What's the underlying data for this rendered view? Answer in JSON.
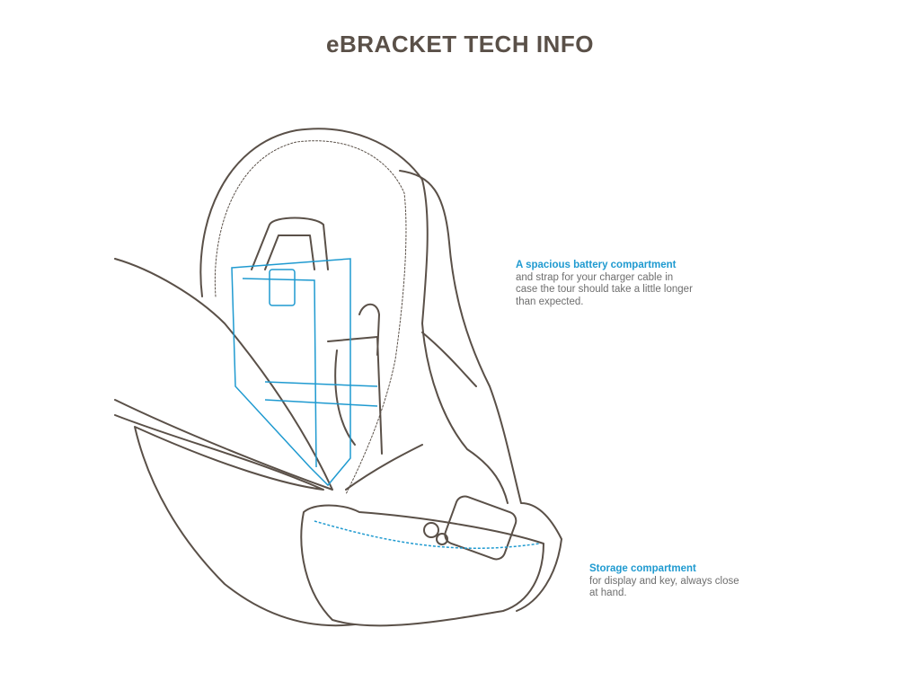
{
  "title": "eBRACKET TECH INFO",
  "callouts": [
    {
      "heading": "A spacious battery compartment",
      "text": "and strap for your charger cable in case the tour should take a little longer than expected."
    },
    {
      "heading": "Storage compartment",
      "text": "for display and key, always close at hand."
    }
  ],
  "colors": {
    "outline": "#5a5048",
    "accent": "#1f9ad0",
    "text": "#6e6e6e"
  }
}
